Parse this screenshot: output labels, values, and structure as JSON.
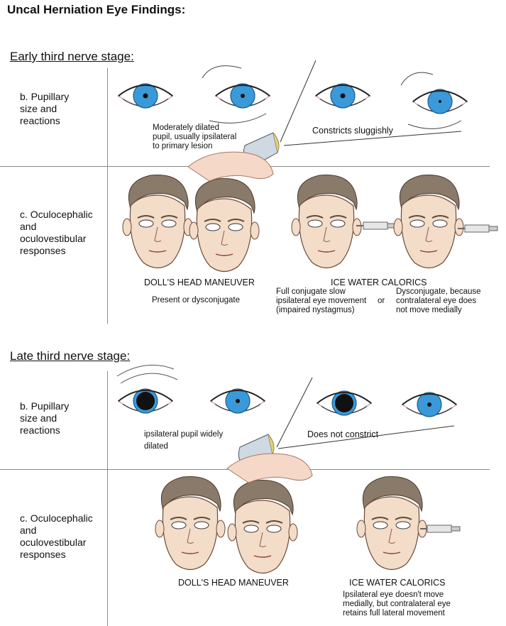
{
  "title": "Uncal Herniation Eye Findings:",
  "early": {
    "heading": "Early third nerve stage:",
    "pupil_label": "b. Pupillary\nsize and\nreactions",
    "pupil_caption_left": "Moderately dilated\npupil, usually ipsilateral\nto primary lesion",
    "pupil_caption_right": "Constricts sluggishly",
    "ocular_label": "c. Oculocephalic\nand\noculovestibular\nresponses",
    "dolls_title": "DOLL'S HEAD MANEUVER",
    "dolls_text": "Present or dysconjugate",
    "ice_title": "ICE WATER CALORICS",
    "ice_text_left": "Full conjugate slow\nipsilateral eye movement\n(impaired nystagmus)",
    "or_text": "or",
    "ice_text_right": "Dysconjugate, because\ncontralateral eye does\nnot move medially"
  },
  "late": {
    "heading": "Late third nerve stage:",
    "pupil_label": "b. Pupillary\nsize and\nreactions",
    "pupil_caption_left": "ipsilateral pupil widely\ndilated",
    "pupil_caption_right": "Does not constrict",
    "ocular_label": "c. Oculocephalic\nand\noculovestibular\nresponses",
    "dolls_title": "DOLL'S HEAD MANEUVER",
    "ice_title": "ICE WATER CALORICS",
    "ice_text": "Ipsilateral eye doesn't move\nmedially, but contralateral eye\nretains full lateral movement"
  },
  "colors": {
    "iris": "#3a9ad9",
    "hair": "#8a7a6a",
    "skin": "#f3dcc8",
    "line": "#888888"
  }
}
